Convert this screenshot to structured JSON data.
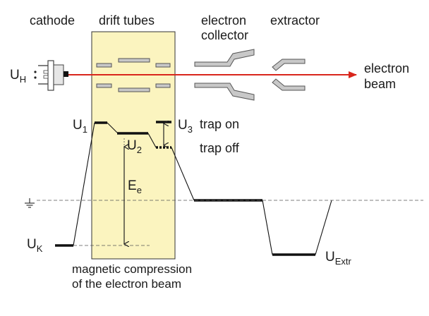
{
  "header": {
    "cathode": "cathode",
    "drift_tubes": "drift tubes",
    "electron_collector_line1": "electron",
    "electron_collector_line2": "collector",
    "extractor": "extractor"
  },
  "beam": {
    "label_line1": "electron",
    "label_line2": "beam",
    "color": "#d9261c"
  },
  "heater": {
    "symbol": "U",
    "subscript": "H"
  },
  "potentials": {
    "u1": {
      "symbol": "U",
      "subscript": "1"
    },
    "u2": {
      "symbol": "U",
      "subscript": "2"
    },
    "u3": {
      "symbol": "U",
      "subscript": "3"
    },
    "ue": {
      "symbol": "E",
      "subscript": "e"
    },
    "uk": {
      "symbol": "U",
      "subscript": "K"
    },
    "uextr": {
      "symbol": "U",
      "subscript": "Extr"
    }
  },
  "trap": {
    "on": "trap on",
    "off": "trap off"
  },
  "caption": {
    "line1": "magnetic compression",
    "line2": "of the electron beam"
  },
  "colors": {
    "drift_region": "#fbf4bf",
    "drift_border": "#333333",
    "electrode_fill": "#c8c8c8",
    "electrode_stroke": "#555555"
  }
}
